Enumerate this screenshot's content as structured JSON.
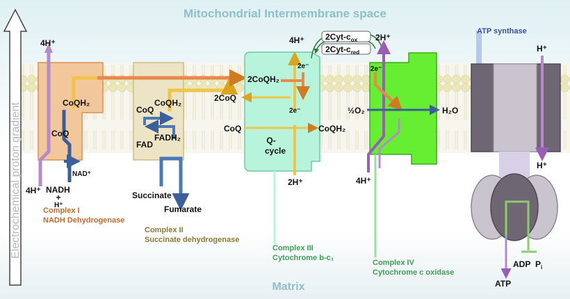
{
  "titles": {
    "intermembrane": "Mitochondrial Intermembrane space",
    "matrix": "Matrix",
    "gradient": "Electrochemical proton gradient"
  },
  "complex1": {
    "name": "Complex I",
    "subtitle": "NADH Dehydrogenase",
    "top_h": "4H⁺",
    "bottom_h": "4H⁺",
    "coqh2": "CoQH₂",
    "coq": "CoQ",
    "nad": "NAD⁺",
    "nadh": "NADH",
    "plus": "+",
    "h": "H⁺"
  },
  "complex2": {
    "name": "Complex II",
    "subtitle": "Succinate dehydrogenase",
    "coqh2": "CoQH₂",
    "coq": "CoQ",
    "fad": "FAD",
    "fadh2": "FADH₂",
    "succinate": "Succinate",
    "fumarate": "Fumarate"
  },
  "complex3": {
    "name": "Complex III",
    "subtitle": "Cytochrome b-c₁",
    "top_h": "4H⁺",
    "bottom_h": "2H⁺",
    "two_coqh2": "2CoQH₂",
    "two_coq": "2CoQ",
    "e_top": "2e⁻",
    "e_mid": "2e⁻",
    "coq": "CoQ",
    "coqh2": "CoQH₂",
    "qcycle": "Q-",
    "qcycle2": "cycle",
    "cyt_ox": "2Cyt-c",
    "cyt_ox_sub": "ox",
    "cyt_red": "2Cyt-c",
    "cyt_red_sub": "red"
  },
  "complex4": {
    "name": "Complex IV",
    "subtitle": "Cytochrome c oxidase",
    "top_h": "2H⁺",
    "bottom_h": "4H⁺",
    "e": "2e⁻",
    "half_o2": "½O₂",
    "h2o": "H₂O"
  },
  "atp_synthase": {
    "name": "ATP synthase",
    "h_top": "H⁺",
    "h_bottom": "H⁺",
    "adp": "ADP",
    "pi": "P",
    "pi_sub": "i",
    "atp": "ATP"
  },
  "colors": {
    "complex1": "#f3c79c",
    "complex2": "#ece4c4",
    "complex3": "#b8f3dc",
    "complex4": "#66ee33",
    "atp_dark": "#6f6673",
    "atp_light": "#c9c4cd",
    "membrane": "#ece9c8",
    "proton_arrow": "#b58ac9",
    "electron_arrow": "#f0c44a",
    "blue_arrow": "#4a79b8"
  }
}
